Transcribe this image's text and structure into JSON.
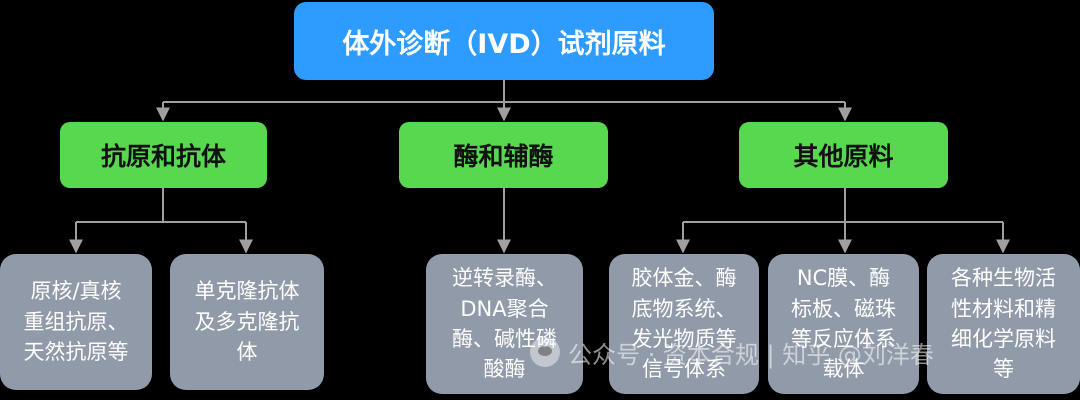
{
  "root": {
    "label": "体外诊断（IVD）试剂原料"
  },
  "categories": [
    {
      "label": "抗原和抗体",
      "children": [
        "原核/真核\n重组抗原、\n天然抗原等",
        "单克隆抗体\n及多克隆抗\n体"
      ]
    },
    {
      "label": "酶和辅酶",
      "children": [
        "逆转录酶、\nDNA聚合\n酶、碱性磷\n酸酶"
      ]
    },
    {
      "label": "其他原料",
      "children": [
        "胶体金、酶\n底物系统、\n发光物质等\n信号体系",
        "NC膜、酶\n标板、磁珠\n等反应体系\n载体",
        "各种生物活\n性材料和精\n细化学原料\n等"
      ]
    }
  ],
  "watermark": {
    "text": "公众号 · 资本合规 | 知乎 @刘洋春"
  },
  "colors": {
    "root": "#2e9bff",
    "category": "#57d84e",
    "leaf": "#909aa8",
    "line": "#a0a0a0"
  }
}
